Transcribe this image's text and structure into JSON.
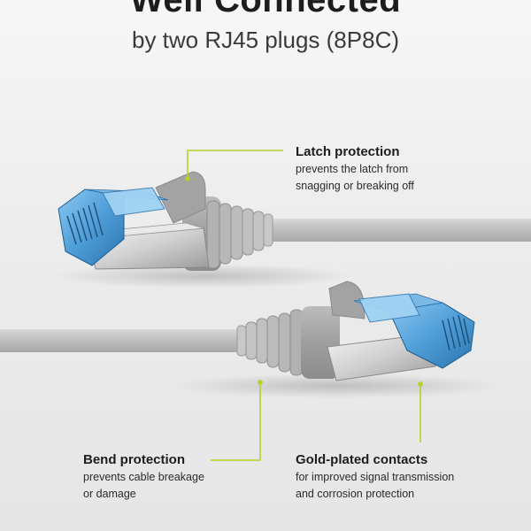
{
  "header": {
    "title": "Well Connected",
    "subtitle": "by two RJ45 plugs (8P8C)"
  },
  "callouts": {
    "latch": {
      "title": "Latch protection",
      "lines": [
        "prevents the latch from",
        "snagging or breaking off"
      ]
    },
    "bend": {
      "title": "Bend protection",
      "lines": [
        "prevents cable breakage",
        "or damage"
      ]
    },
    "gold": {
      "title": "Gold-plated contacts",
      "lines": [
        "for improved signal transmission",
        "and corrosion protection"
      ]
    }
  },
  "colors": {
    "accent": "#b6d12a",
    "cable": "#c9c9c9",
    "plug_blue": "#5aa9e0",
    "shield_metal": "#cfcfcf"
  }
}
